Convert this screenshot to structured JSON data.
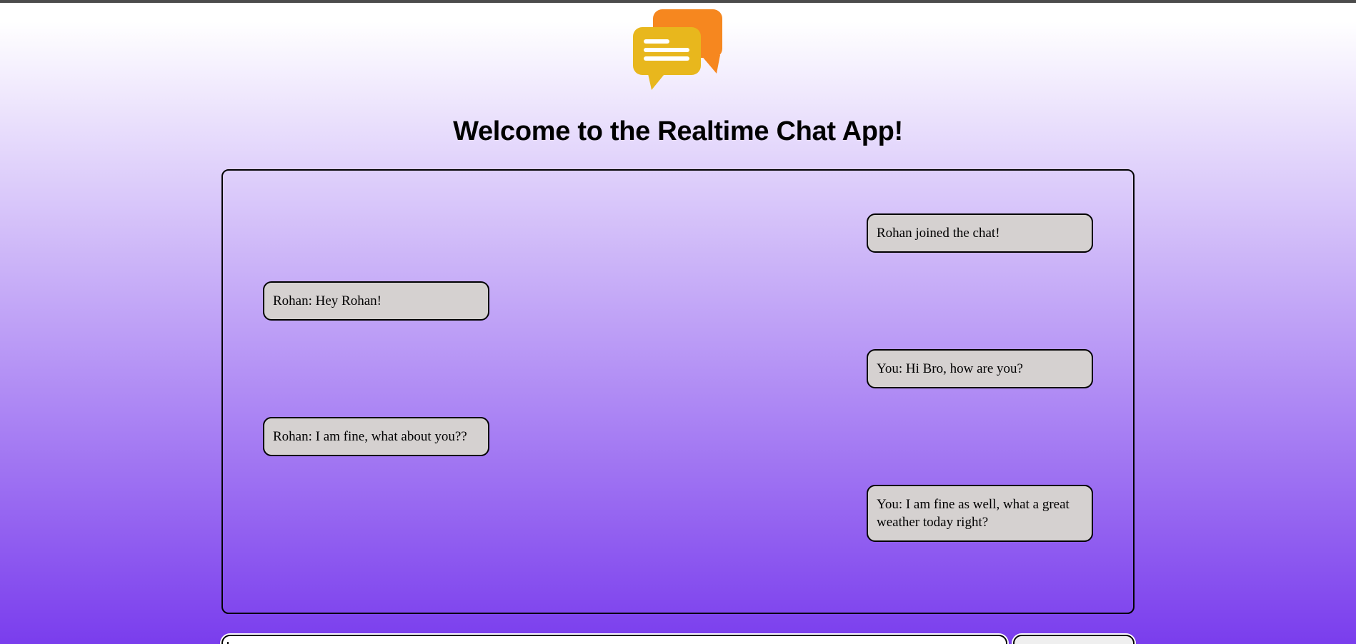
{
  "header": {
    "title": "Welcome to the Realtime Chat App!",
    "logo_icon": "chat-bubbles-logo"
  },
  "chat": {
    "messages": [
      {
        "text": "Rohan joined the chat!",
        "side": "right"
      },
      {
        "text": "Rohan: Hey Rohan!",
        "side": "left"
      },
      {
        "text": "You: Hi Bro, how are you?",
        "side": "right"
      },
      {
        "text": "Rohan: I am fine, what about you??",
        "side": "left"
      },
      {
        "text": "You: I am fine as well, what a great weather today right?",
        "side": "right"
      }
    ]
  },
  "composer": {
    "input_value": "",
    "send_button_label": ""
  },
  "colors": {
    "top_edge": "#4c4c4c",
    "gradient_top": "#ffffff",
    "gradient_bottom": "#7a3ded",
    "bubble_bg": "#d5d1d0",
    "border": "#000000",
    "logo_orange": "#f6871f",
    "logo_yellow": "#e8b71d",
    "input_bg": "#ffffff",
    "button_bg": "#efefef"
  }
}
